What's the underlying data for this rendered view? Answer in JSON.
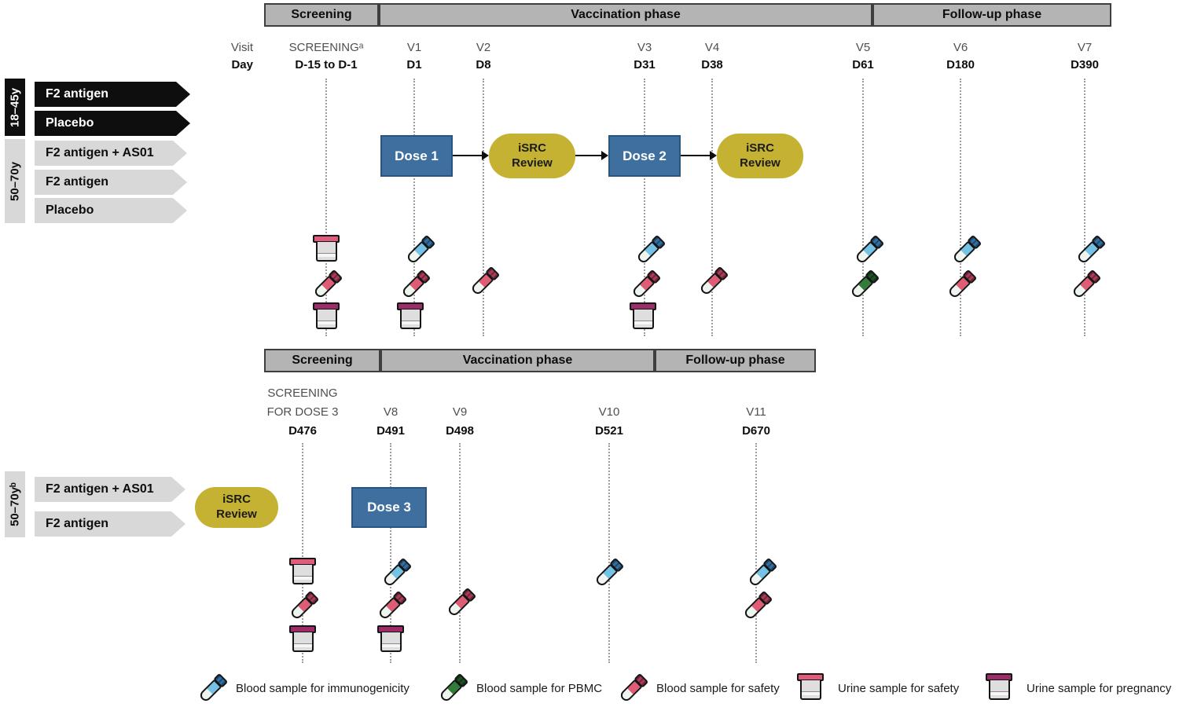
{
  "colors": {
    "phase_header_bg": "#b4b4b4",
    "phase_header_border": "#3f3f3f",
    "dose_box": "#3e6f9e",
    "isrc_oval": "#c5b232",
    "black_arm": "#0e0e0e",
    "gray_arm": "#d8d8d8",
    "tube_blue": "#74c3e6",
    "tube_red": "#e05c74",
    "tube_green": "#2f7d37",
    "cup_pink_lid": "#e05c7c",
    "cup_purple_lid": "#9c2d68"
  },
  "axis": {
    "visit_label": "Visit",
    "day_label": "Day"
  },
  "flow": {
    "dose1": "Dose 1",
    "dose2": "Dose 2",
    "dose3": "Dose 3",
    "isrc_line1": "iSRC",
    "isrc_line2": "Review"
  },
  "top": {
    "phases": [
      {
        "label": "Screening"
      },
      {
        "label": "Vaccination phase"
      },
      {
        "label": "Follow-up phase"
      }
    ],
    "groups": [
      {
        "age_label": "18–45y",
        "arms": [
          {
            "label": "F2 antigen"
          },
          {
            "label": "Placebo"
          }
        ]
      },
      {
        "age_label": "50–70y",
        "arms": [
          {
            "label": "F2 antigen + AS01"
          },
          {
            "label": "F2 antigen"
          },
          {
            "label": "Placebo"
          }
        ]
      }
    ],
    "columns": [
      {
        "visit": "SCREENINGᵃ",
        "day": "D-15 to D-1"
      },
      {
        "visit": "V1",
        "day": "D1"
      },
      {
        "visit": "V2",
        "day": "D8"
      },
      {
        "visit": "V3",
        "day": "D31"
      },
      {
        "visit": "V4",
        "day": "D38"
      },
      {
        "visit": "V5",
        "day": "D61"
      },
      {
        "visit": "V6",
        "day": "D180"
      },
      {
        "visit": "V7",
        "day": "D390"
      }
    ],
    "samples_by_visit": {
      "SCREENING": [
        "urine-safety",
        "blood-safety",
        "urine-pregnancy"
      ],
      "V1": [
        "blood-immunogenicity",
        "blood-safety",
        "urine-pregnancy"
      ],
      "V2": [
        "blood-safety"
      ],
      "V3": [
        "blood-immunogenicity",
        "blood-safety",
        "urine-pregnancy"
      ],
      "V4": [
        "blood-safety"
      ],
      "V5": [
        "blood-immunogenicity",
        "blood-pbmc"
      ],
      "V6": [
        "blood-immunogenicity",
        "blood-safety"
      ],
      "V7": [
        "blood-immunogenicity",
        "blood-safety"
      ]
    }
  },
  "bottom": {
    "phases": [
      {
        "label": "Screening"
      },
      {
        "label": "Vaccination phase"
      },
      {
        "label": "Follow-up phase"
      }
    ],
    "group": {
      "age_label": "50–70yᵇ",
      "arms": [
        {
          "label": "F2 antigen + AS01"
        },
        {
          "label": "F2 antigen"
        }
      ]
    },
    "columns": [
      {
        "visit_line1": "SCREENING",
        "visit_line2": "FOR DOSE 3",
        "day": "D476"
      },
      {
        "visit": "V8",
        "day": "D491"
      },
      {
        "visit": "V9",
        "day": "D498"
      },
      {
        "visit": "V10",
        "day": "D521"
      },
      {
        "visit": "V11",
        "day": "D670"
      }
    ],
    "samples_by_visit": {
      "SCREENING FOR DOSE 3": [
        "urine-safety",
        "blood-safety",
        "urine-pregnancy"
      ],
      "V8": [
        "blood-immunogenicity",
        "blood-safety",
        "urine-pregnancy"
      ],
      "V9": [
        "blood-safety"
      ],
      "V10": [
        "blood-immunogenicity"
      ],
      "V11": [
        "blood-immunogenicity",
        "blood-safety"
      ]
    }
  },
  "legend": {
    "items": [
      {
        "icon": "blood-immunogenicity-icon",
        "label": "Blood sample for immunogenicity"
      },
      {
        "icon": "blood-pbmc-icon",
        "label": "Blood sample for PBMC"
      },
      {
        "icon": "blood-safety-icon",
        "label": "Blood sample for safety"
      },
      {
        "icon": "urine-safety-icon",
        "label": "Urine sample for safety"
      },
      {
        "icon": "urine-pregnancy-icon",
        "label": "Urine sample for pregnancy"
      }
    ]
  }
}
